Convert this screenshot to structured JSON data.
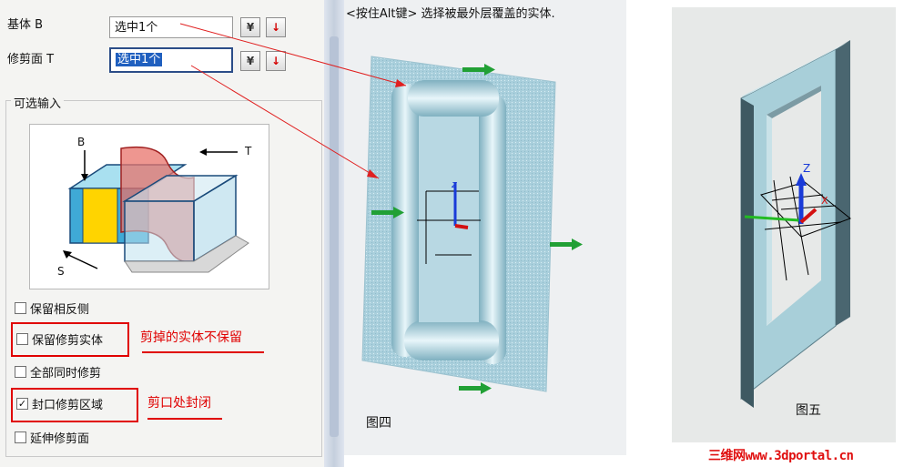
{
  "fields": {
    "base": {
      "label": "基体 B",
      "value": "选中1个"
    },
    "trim": {
      "label": "修剪面 T",
      "value": "选中1个"
    }
  },
  "optional_group": {
    "title": "可选输入",
    "labels": {
      "b": "B",
      "t": "T",
      "s": "S"
    }
  },
  "options": [
    {
      "label": "保留相反侧",
      "checked": false
    },
    {
      "label": "保留修剪实体",
      "checked": false
    },
    {
      "label": "全部同时修剪",
      "checked": false
    },
    {
      "label": "封口修剪区域",
      "checked": true
    },
    {
      "label": "延伸修剪面",
      "checked": false
    }
  ],
  "annotations": {
    "keep_note": "剪掉的实体不保留",
    "seal_note": "剪口处封闭"
  },
  "viewport": {
    "hint": "<按住Alt键> 选择被最外层覆盖的实体.",
    "caption": "图四",
    "axis_z": "z"
  },
  "figure5": {
    "caption": "图五",
    "axis_z": "Z",
    "axis_x": "X"
  },
  "watermark": "三维网www.3dportal.cn",
  "icons": {
    "dropdown": "double-chevron-down-icon",
    "reverse": "red-down-arrow-icon"
  },
  "colors": {
    "highlight": "#e00000",
    "selection": "#1f5fbf",
    "axis_arrow": "#22aa22"
  }
}
